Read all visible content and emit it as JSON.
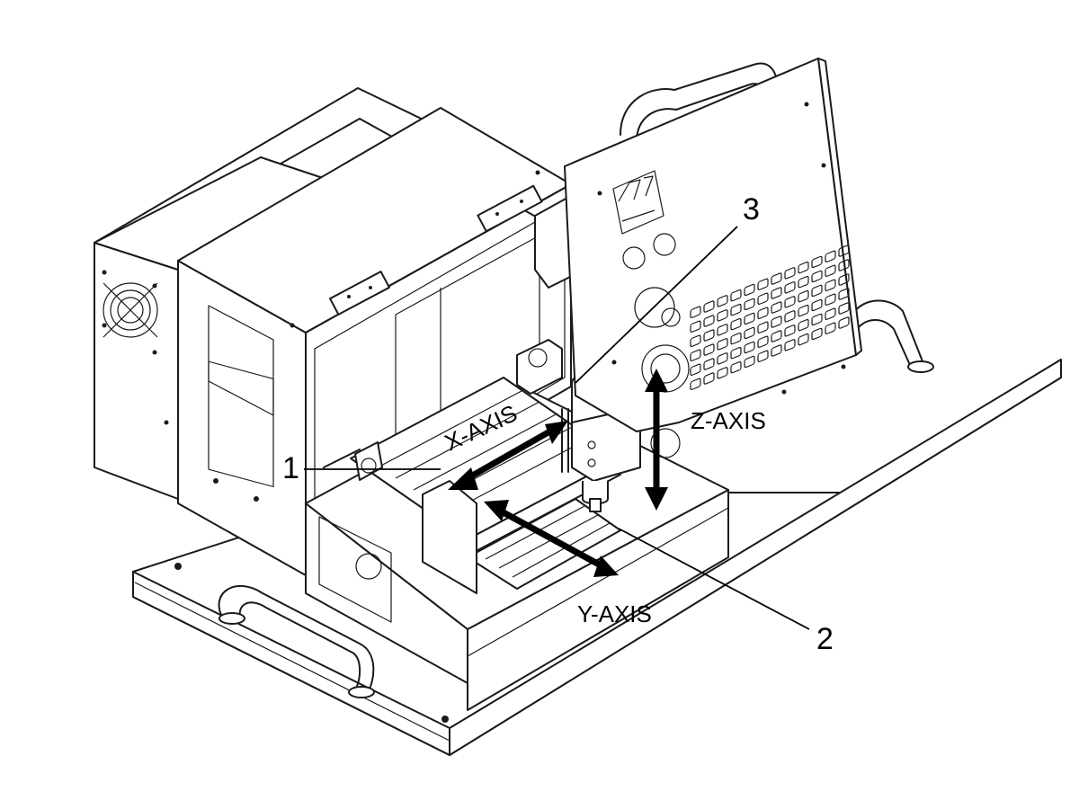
{
  "callouts": {
    "c1": "1",
    "c2": "2",
    "c3": "3"
  },
  "axes": {
    "x": "X-AXIS",
    "y": "Y-AXIS",
    "z": "Z-AXIS"
  }
}
